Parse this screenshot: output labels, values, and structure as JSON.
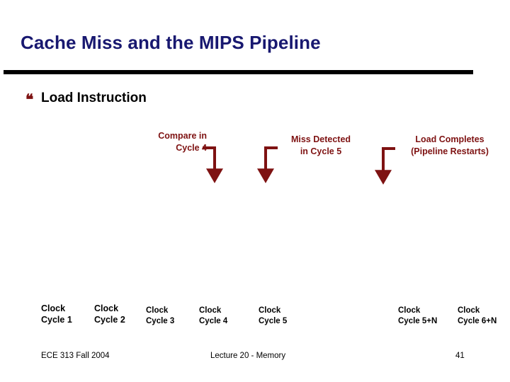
{
  "slide": {
    "title": "Cache Miss and the MIPS Pipeline",
    "bullet_glyph": "❝",
    "bullet_text": "Load Instruction",
    "colors": {
      "title": "#181870",
      "rule": "#000000",
      "accent_red": "#7e1212",
      "body_text": "#000000",
      "background": "#ffffff"
    }
  },
  "callouts": [
    {
      "id": "compare",
      "line1": "Compare in",
      "line2": "Cycle 4",
      "arrow": "elbow-right-down-arrow"
    },
    {
      "id": "miss",
      "line1": "Miss Detected",
      "line2": "in Cycle 5",
      "arrow": "elbow-left-down-arrow"
    },
    {
      "id": "complete",
      "line1": "Load Completes",
      "line2": "(Pipeline Restarts)",
      "arrow": "elbow-left-down-arrow"
    }
  ],
  "clock_labels": [
    {
      "line1": "Clock",
      "line2": "Cycle 1"
    },
    {
      "line1": "Clock",
      "line2": "Cycle 2"
    },
    {
      "line1": "Clock",
      "line2": "Cycle 3"
    },
    {
      "line1": "Clock",
      "line2": "Cycle 4"
    },
    {
      "line1": "Clock",
      "line2": "Cycle 5"
    },
    {
      "line1": "Clock",
      "line2": "Cycle 5+N"
    },
    {
      "line1": "Clock",
      "line2": "Cycle 6+N"
    }
  ],
  "footer": {
    "left": "ECE 313 Fall 2004",
    "center": "Lecture 20 - Memory",
    "page": "41"
  }
}
